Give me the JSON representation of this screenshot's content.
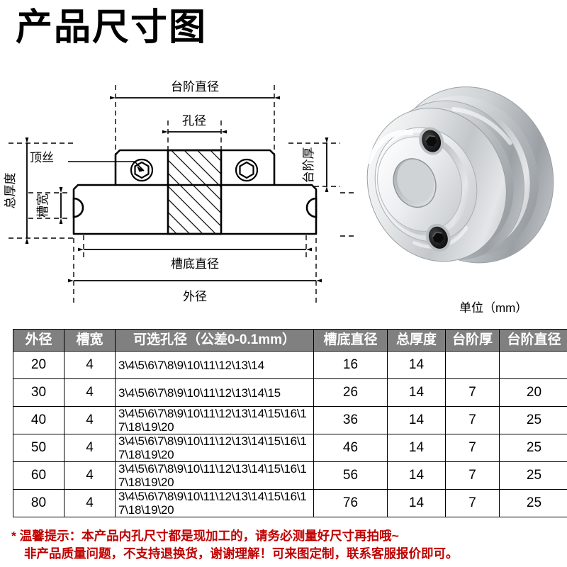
{
  "title": "产品尺寸图",
  "unit_label": "单位（mm）",
  "drawing": {
    "labels": {
      "step_diameter": "台阶直径",
      "bore_diameter": "孔径",
      "set_screw": "顶丝",
      "total_thickness": "总厚度",
      "groove_width": "槽宽",
      "step_thickness": "台阶厚",
      "groove_bottom_diameter": "槽底直径",
      "outer_diameter": "外径"
    }
  },
  "photo": {
    "alt": "aluminum-v-belt-pulley-3d-render",
    "body_color": "#d9dbdd",
    "highlight_color": "#ffffff",
    "shadow_color": "#8d9296",
    "screw_color": "#1c1c1c"
  },
  "table": {
    "headers": [
      "外径",
      "槽宽",
      "可选孔径（公差0-0.1mm）",
      "槽底直径",
      "总厚度",
      "台阶厚",
      "台阶直径"
    ],
    "rows": [
      {
        "outer_diameter": "20",
        "groove_width": "4",
        "bore_options": "3\\4\\5\\6\\7\\8\\9\\10\\11\\12\\13\\14",
        "groove_bottom_diameter": "16",
        "total_thickness": "14",
        "step_thickness": "",
        "step_diameter": ""
      },
      {
        "outer_diameter": "30",
        "groove_width": "4",
        "bore_options": "3\\4\\5\\6\\7\\8\\9\\10\\11\\12\\13\\14\\15",
        "groove_bottom_diameter": "26",
        "total_thickness": "14",
        "step_thickness": "7",
        "step_diameter": "20"
      },
      {
        "outer_diameter": "40",
        "groove_width": "4",
        "bore_options": "3\\4\\5\\6\\7\\8\\9\\10\\11\\12\\13\\14\\15\\16\\17\\18\\19\\20",
        "groove_bottom_diameter": "36",
        "total_thickness": "14",
        "step_thickness": "7",
        "step_diameter": "25"
      },
      {
        "outer_diameter": "50",
        "groove_width": "4",
        "bore_options": "3\\4\\5\\6\\7\\8\\9\\10\\11\\12\\13\\14\\15\\16\\17\\18\\19\\20",
        "groove_bottom_diameter": "46",
        "total_thickness": "14",
        "step_thickness": "7",
        "step_diameter": "25"
      },
      {
        "outer_diameter": "60",
        "groove_width": "4",
        "bore_options": "3\\4\\5\\6\\7\\8\\9\\10\\11\\12\\13\\14\\15\\16\\17\\18\\19\\20",
        "groove_bottom_diameter": "56",
        "total_thickness": "14",
        "step_thickness": "7",
        "step_diameter": "25"
      },
      {
        "outer_diameter": "80",
        "groove_width": "4",
        "bore_options": "3\\4\\5\\6\\7\\8\\9\\10\\11\\12\\13\\14\\15\\16\\17\\18\\19\\20",
        "groove_bottom_diameter": "76",
        "total_thickness": "14",
        "step_thickness": "7",
        "step_diameter": "25"
      }
    ]
  },
  "notes": {
    "line1": "* 温馨提示：本产品内孔尺寸都是现加工的，请务必测量好尺寸再拍哦~",
    "line2": "非产品质量问题，不支持退换货，谢谢理解！可来图定制，联系客服报价即可。",
    "color": "#C00000"
  }
}
